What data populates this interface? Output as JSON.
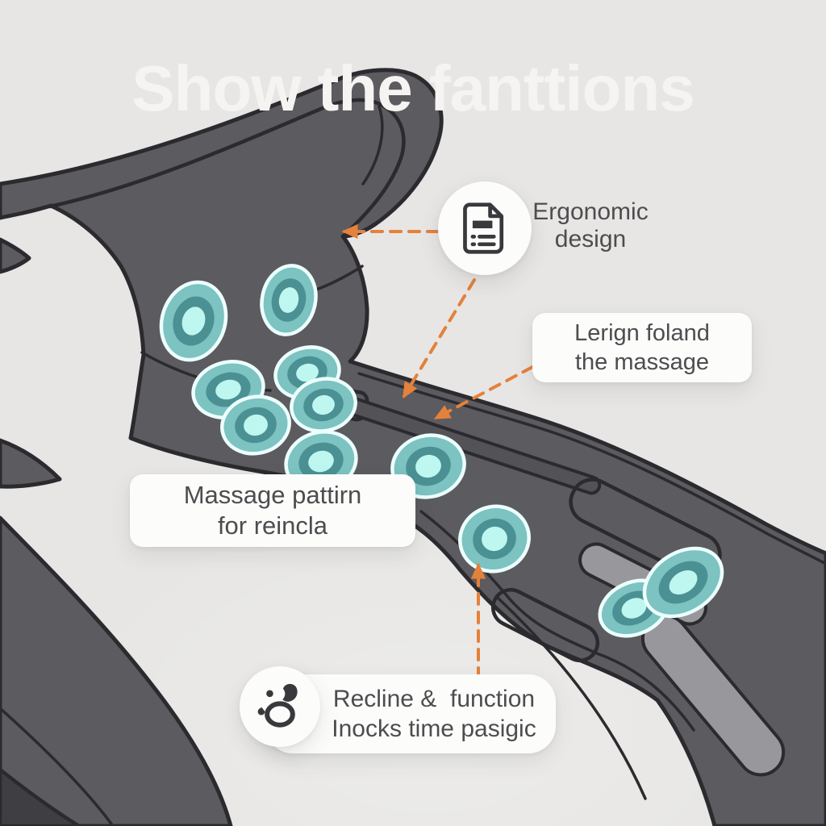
{
  "title": "Show the fanttions",
  "callouts": {
    "ergonomic": {
      "text": "Ergonomic\ndesign",
      "icon": "document-icon"
    },
    "fold": {
      "text": "Lerign foland\nthe massage"
    },
    "massage_pattern": {
      "text": "Massage pattirn\nfor reincla"
    },
    "recline": {
      "text": "Recline &  function\nInocks time pasigic",
      "icon": "recline-swirl-icon"
    }
  },
  "colors": {
    "bg": "#e7e6e4",
    "device": "#5c5b5f",
    "outline": "#2b2b2f",
    "inset": "#98979b",
    "edge": "#6a696d",
    "corner": "#3f3e43",
    "node-outer": "#7cc3c1",
    "node-ring": "#4b9194",
    "node-core": "#bdf7f0",
    "node-halo": "#ecfffd",
    "accent": "#e4813b",
    "card": "#fcfcfb",
    "text": "#4d4d50",
    "title": "#f5f4f2",
    "icon-ink": "#39393d"
  }
}
